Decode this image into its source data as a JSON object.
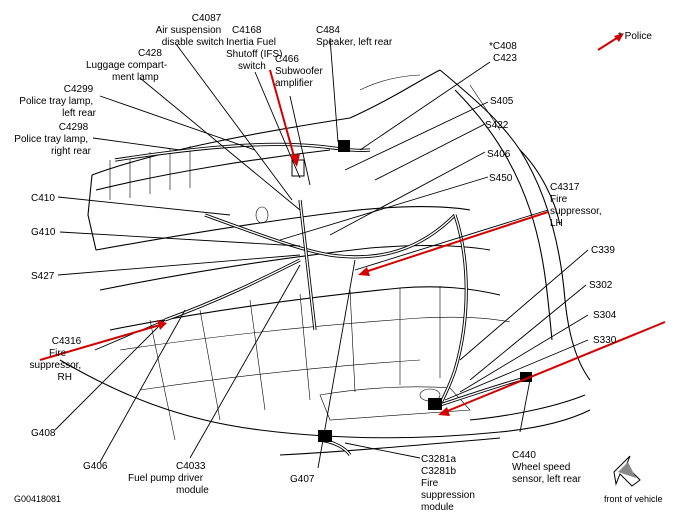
{
  "labels": {
    "c4087": [
      "C4087",
      "Air suspension",
      "disable switch"
    ],
    "c4168": [
      "C4168",
      "Inertia Fuel",
      "Shutoff (IFS)",
      "switch"
    ],
    "c484": [
      "C484",
      "Speaker, left rear"
    ],
    "c408": [
      "*C408",
      "C423"
    ],
    "police": "* Police",
    "c428": [
      "C428",
      "Luggage compart-",
      "ment lamp"
    ],
    "c466": [
      "C466",
      "Subwoofer",
      "amplifier"
    ],
    "c4299": [
      "C4299",
      "Police tray lamp,",
      "left rear"
    ],
    "c4298": [
      "C4298",
      "Police tray lamp,",
      "right rear"
    ],
    "s405": "S405",
    "s422": "S422",
    "s406": "S406",
    "s450": "S450",
    "c4317": [
      "C4317",
      "Fire",
      "suppressor,",
      "LH"
    ],
    "c410": "C410",
    "g410": "G410",
    "s427": "S427",
    "c339": "C339",
    "s302": "S302",
    "s304": "S304",
    "s330": "S330",
    "c4316": [
      "C4316",
      "Fire",
      "suppressor,",
      "RH"
    ],
    "g408": "G408",
    "g406": "G406",
    "c4033": [
      "C4033",
      "Fuel pump driver",
      "module"
    ],
    "g407": "G407",
    "c3281": [
      "C3281a",
      "C3281b",
      "Fire",
      "suppression",
      "module"
    ],
    "c440": [
      "C440",
      "Wheel speed",
      "sensor, left rear"
    ],
    "figure_id": "G00418081",
    "front": "front of vehicle"
  },
  "colors": {
    "police_arrow": "#d40000",
    "line": "#000000"
  },
  "icons": {
    "front_arrow": "front-of-vehicle-arrow-icon"
  }
}
